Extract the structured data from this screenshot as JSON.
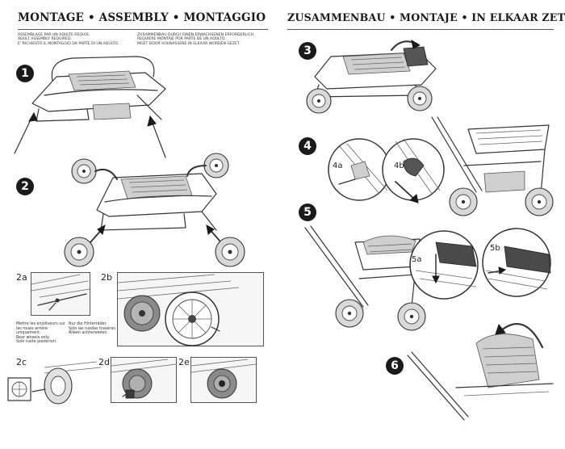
{
  "left_page": {
    "header": "MONTAGE  •  ASSEMBLY  •  MONTAGGIO",
    "note_col1": "ASSEMBLAGE PAR UN ADULTE REQUIS.\nADULT ASSEMBLY REQUIRED.\nE' RICHIESTO IL MONTAGGIO DA PARTE DI UN ADULTO.",
    "note_col2": "ZUSAMMENBAU DURCH EINEN ERWACHSENEN ERFORDERLICH.\nREQUIERE MONTAJE POR PARTE DE UN ADULTO.\nMOET DOOR VOLWASSENE IN ELKAAR WORDEN GEZET.",
    "step1": "1",
    "step2": "2",
    "sub_2a": "2a",
    "sub_2b": "2b",
    "sub_2c": "2c",
    "sub_2d": "2d",
    "sub_2e": "2e",
    "note_2a_col1": "Mettre les enjoliveurs sur\nles roues arrière\nuniquement.\nRear wheels only.\nSolo ruote posteriori.",
    "note_2a_col2": "Nur die Hinterräder.\nSolo las ruedas traseras.\nAlleen achterwielen."
  },
  "right_page": {
    "header": "ZUSAMMENBAU • MONTAJE • IN ELKAAR ZETTEN",
    "step3": "3",
    "step4": "4",
    "step5": "5",
    "step6": "6",
    "sub_4a": "4a",
    "sub_4b": "4b",
    "sub_5a": "5a",
    "sub_5b": "5b"
  }
}
